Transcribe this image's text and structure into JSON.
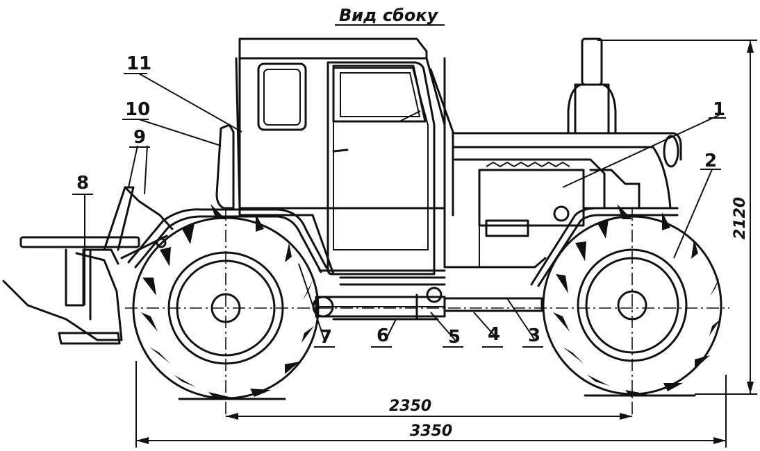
{
  "title": "Вид сбоку",
  "callouts": [
    "1",
    "2",
    "3",
    "4",
    "5",
    "6",
    "7",
    "8",
    "9",
    "10",
    "11"
  ],
  "dimensions": {
    "wheelbase": "2350",
    "overall_length": "3350",
    "overall_height": "2120"
  }
}
